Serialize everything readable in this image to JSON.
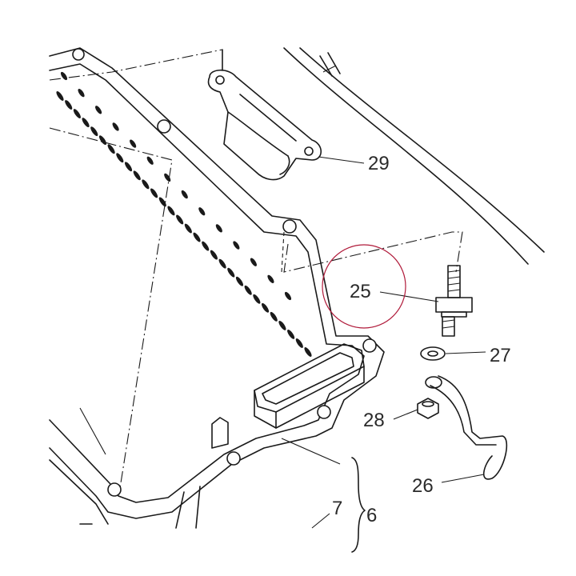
{
  "callouts": {
    "c29": "29",
    "c25": "25",
    "c27": "27",
    "c28": "28",
    "c26": "26",
    "c7": "7",
    "c6": "6"
  },
  "highlight": {
    "color": "#b01a3a"
  }
}
